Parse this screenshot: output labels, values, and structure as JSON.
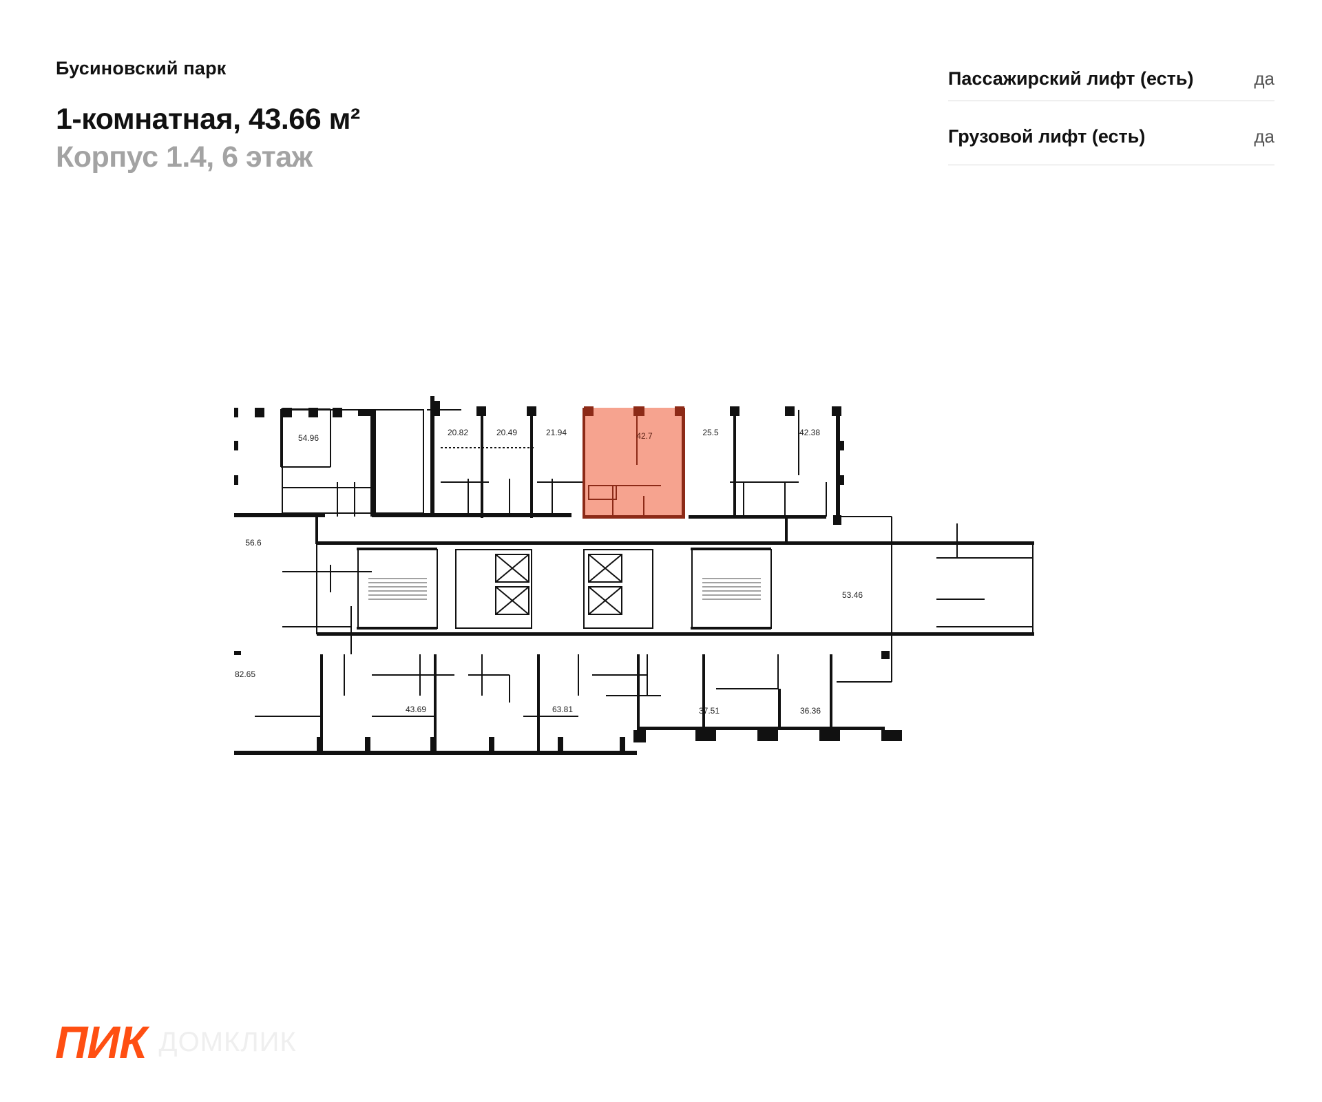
{
  "header": {
    "project_name": "Бусиновский парк",
    "apartment_title": "1-комнатная, 43.66 м²",
    "building_floor": "Корпус 1.4, 6 этаж"
  },
  "features": [
    {
      "label": "Пассажирский лифт (есть)",
      "value": "да"
    },
    {
      "label": "Грузовой лифт (есть)",
      "value": "да"
    }
  ],
  "colors": {
    "highlight_fill": "#f6a38f",
    "highlight_wall": "#8c2a17",
    "wall": "#111111",
    "brand": "#ff4f12"
  },
  "floor_plan": {
    "selected_area": "42.7",
    "areas": {
      "a5496": "54.96",
      "a2082": "20.82",
      "a2049": "20.49",
      "a2194": "21.94",
      "a255": "25.5",
      "a4238": "42.38",
      "a566": "56.6",
      "a5346": "53.46",
      "a8265": "82.65",
      "a4369": "43.69",
      "a6381": "63.81",
      "a3751": "37.51",
      "a3636": "36.36"
    }
  },
  "brand": {
    "logo": "ПИК",
    "watermark": "ДОМКЛИК"
  }
}
